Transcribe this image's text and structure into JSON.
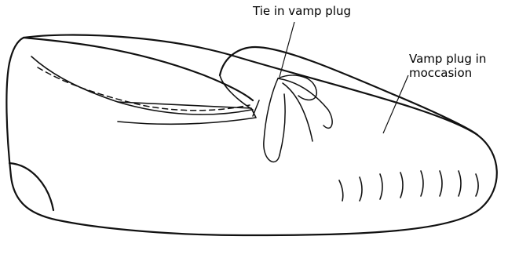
{
  "labels": {
    "tie": "Tie in vamp plug",
    "vamp_line1": "Vamp plug in",
    "vamp_line2": "moccasion"
  }
}
